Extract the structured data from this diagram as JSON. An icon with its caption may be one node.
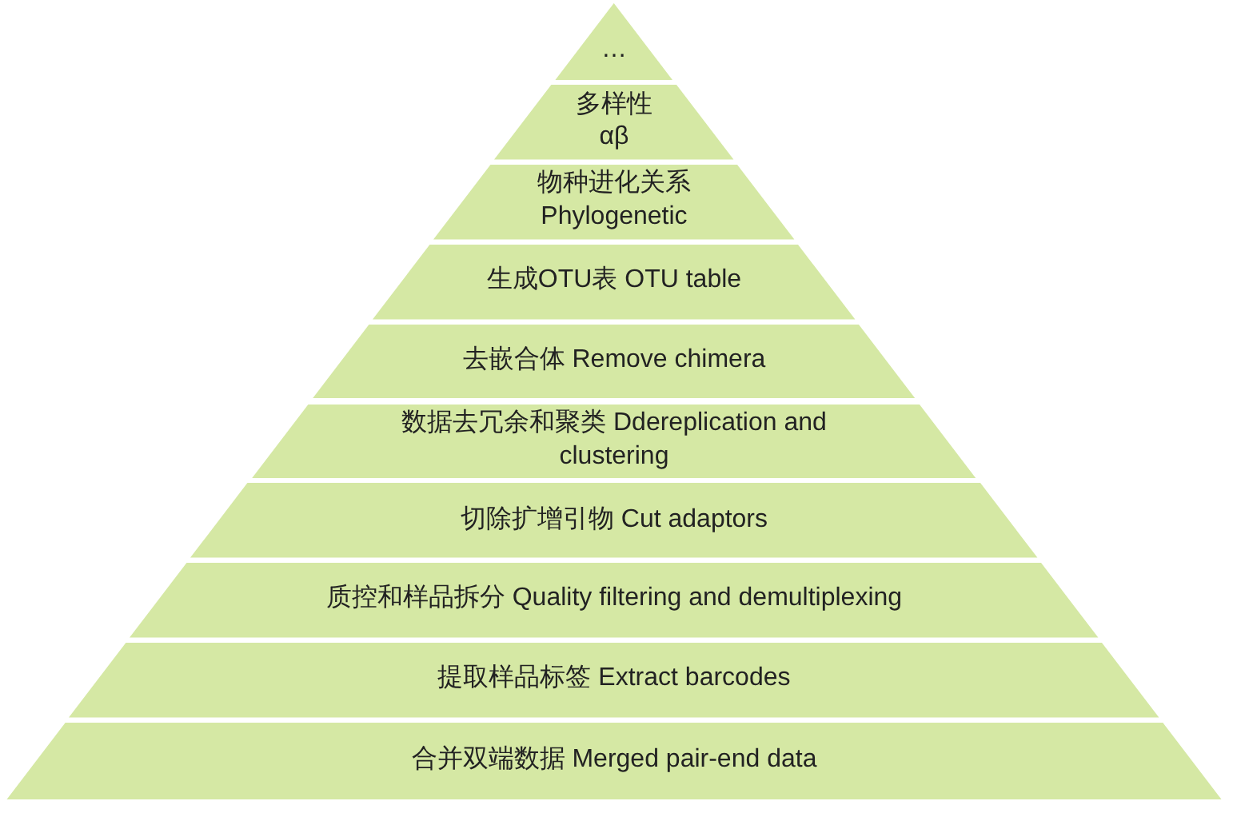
{
  "diagram": {
    "nodes": [
      {
        "text": [
          "…"
        ]
      },
      {
        "text": [
          "多样性αβ"
        ]
      },
      {
        "text": [
          "物种进化关系 Phylogenetic"
        ]
      },
      {
        "text": [
          "生成OTU表 OTU table"
        ]
      },
      {
        "text": [
          "去嵌合体 Remove chimera"
        ]
      },
      {
        "text": [
          "数据去冗余和聚类 Ddereplication and clustering"
        ]
      },
      {
        "text": [
          "切除扩增引物 Cut adaptors"
        ]
      },
      {
        "text": [
          "质控和样品拆分 Quality filtering and demultiplexing"
        ]
      },
      {
        "text": [
          "提取样品标签 Extract barcodes"
        ]
      },
      {
        "text": [
          "合并双端数据 Merged pair-end data"
        ]
      }
    ]
  }
}
